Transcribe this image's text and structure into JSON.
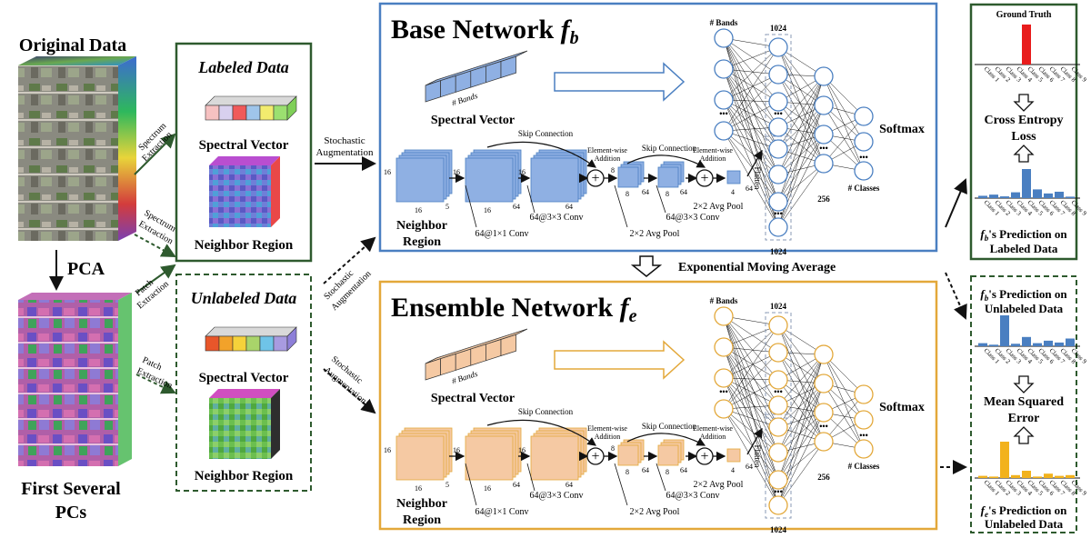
{
  "left": {
    "original_title": "Original Data",
    "pca": "PCA",
    "pcs_line1": "First Several",
    "pcs_line2": "PCs"
  },
  "edges": {
    "spectrum_extraction_a": [
      "Spectrum",
      "Extraction"
    ],
    "spectrum_extraction_b": [
      "Spectrum",
      "Extraction"
    ],
    "patch_extraction_a": [
      "Patch",
      "Extraction"
    ],
    "patch_extraction_b": [
      "Patch",
      "Extraction"
    ],
    "stochastic_aug_top": [
      "Stochastic",
      "Augmentation"
    ],
    "stochastic_aug_mid": [
      "Stochastic",
      "Augmentation"
    ],
    "stochastic_aug_bot": [
      "Stochastic",
      "Augmentation"
    ]
  },
  "labeled": {
    "title": "Labeled Data",
    "spectral_vector": "Spectral Vector",
    "neighbor_region": "Neighbor Region"
  },
  "unlabeled": {
    "title": "Unlabeled Data",
    "spectral_vector": "Spectral Vector",
    "neighbor_region": "Neighbor Region"
  },
  "base": {
    "title": "Base Network ",
    "symbol": "f",
    "sub": "b",
    "accent": "#4a7fc1",
    "fill": "#8fb0e3"
  },
  "ensemble": {
    "title": "Ensemble Network ",
    "symbol": "f",
    "sub": "e",
    "accent": "#e3a83a",
    "fill": "#f5c9a3"
  },
  "net": {
    "bands_label": "# Bands",
    "spectral_vector": "Spectral Vector",
    "neighbor_line1": "Neighbor",
    "neighbor_line2": "Region",
    "skip1": "Skip Connection",
    "skip2": "Skip Connection",
    "elementwise1": [
      "Element-wise",
      "Addition"
    ],
    "elementwise2": [
      "Element-wise",
      "Addition"
    ],
    "conv1": "64@1×1 Conv",
    "conv2": "64@3×3 Conv",
    "conv3": "64@3×3 Conv",
    "pool1": "2×2 Avg Pool",
    "pool2": "2×2 Avg Pool",
    "flatten": "Flatten",
    "n1024_top": "1024",
    "n1024_bot": "1024",
    "n256": "256",
    "classes": "# Classes",
    "softmax": "Softmax",
    "dots": "•••",
    "dims": {
      "d16a": "16",
      "d16b": "16",
      "d5": "5",
      "d16c": "16",
      "d16d": "16",
      "d64a": "64",
      "d16e": "16",
      "d64b": "64",
      "d8a": "8",
      "d8b": "8",
      "d64c": "64",
      "d8c": "8",
      "d64d": "64",
      "d4": "4",
      "d64e": "64"
    }
  },
  "ema": "Exponential Moving Average",
  "right_top": {
    "ground_truth": "Ground Truth",
    "class_labels": [
      "Class 1",
      "Class 2",
      "Class 3",
      "Class 4",
      "Class 5",
      "Class 6",
      "Class 7",
      "Class 8",
      "Class 9"
    ],
    "gt_values": [
      0,
      0,
      0,
      0,
      1,
      0,
      0,
      0,
      0
    ],
    "gt_color": "#e81c1c",
    "loss_line1": "Cross Entropy",
    "loss_line2": "Loss",
    "pred_values": [
      0.08,
      0.12,
      0.06,
      0.2,
      1.0,
      0.3,
      0.16,
      0.22,
      0.05
    ],
    "pred_color": "#4a7fc1",
    "caption_line1_symbol": "f",
    "caption_line1_sub": "b",
    "caption_line1_rest": "'s Prediction on",
    "caption_line2": "Labeled Data"
  },
  "right_bottom": {
    "head_symbol": "f",
    "head_sub": "b",
    "head_rest": "'s Prediction on",
    "head_line2": "Unlabeled Data",
    "class_labels": [
      "Class 1",
      "Class 2",
      "Class 3",
      "Class 4",
      "Class 5",
      "Class 6",
      "Class 7",
      "Class 8",
      "Class 9"
    ],
    "fb_values": [
      0.1,
      0.05,
      1.0,
      0.08,
      0.3,
      0.1,
      0.18,
      0.12,
      0.25
    ],
    "fb_color": "#4a7fc1",
    "loss_line1": "Mean Squared",
    "loss_line2": "Error",
    "fe_values": [
      0.06,
      0.04,
      1.0,
      0.08,
      0.2,
      0.04,
      0.12,
      0.06,
      0.08
    ],
    "fe_color": "#f2b21c",
    "caption_symbol": "f",
    "caption_sub": "e",
    "caption_rest": "'s Prediction on",
    "caption_line2": "Unlabeled Data"
  },
  "colors": {
    "green": "#2e5a2e",
    "base_border": "#4a7fc1",
    "ens_border": "#e3a83a"
  }
}
